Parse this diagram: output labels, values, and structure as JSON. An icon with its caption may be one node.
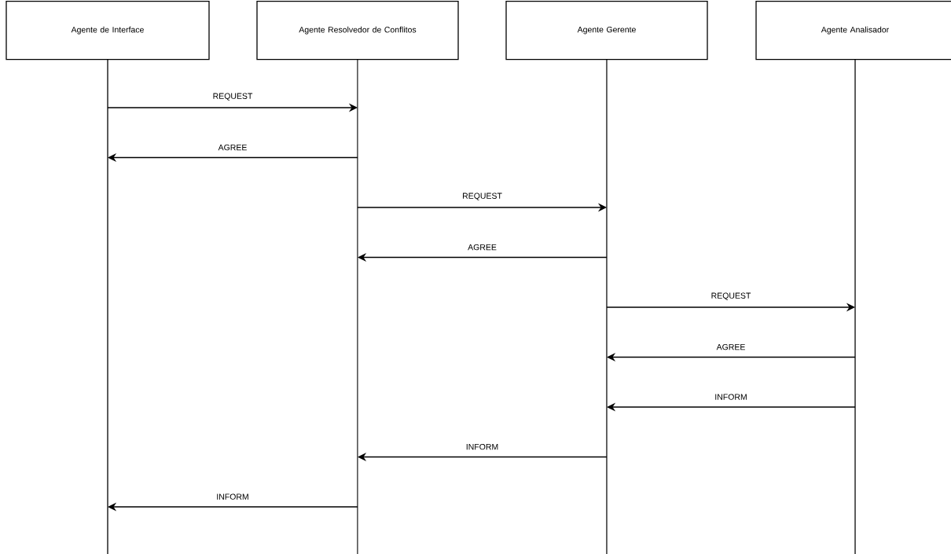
{
  "diagram": {
    "nodes": [
      {
        "text": [
          "Agente de Interface"
        ]
      },
      {
        "text": [
          "Agente Resolvedor de Conflitos"
        ]
      },
      {
        "text": [
          "Agente Gerente"
        ]
      },
      {
        "text": [
          "Agente Analisador"
        ]
      }
    ],
    "edges": [
      {
        "from": 0,
        "to": 1,
        "arrow": "to",
        "label": "REQUEST"
      },
      {
        "from": 1,
        "to": 0,
        "arrow": "to",
        "label": "AGREE"
      },
      {
        "from": 1,
        "to": 2,
        "arrow": "to",
        "label": "REQUEST"
      },
      {
        "from": 2,
        "to": 1,
        "arrow": "to",
        "label": "AGREE"
      },
      {
        "from": 2,
        "to": 3,
        "arrow": "to",
        "label": "REQUEST"
      },
      {
        "from": 3,
        "to": 2,
        "arrow": "to",
        "label": "AGREE"
      },
      {
        "from": 3,
        "to": 2,
        "arrow": "to",
        "label": "INFORM"
      },
      {
        "from": 2,
        "to": 1,
        "arrow": "to",
        "label": "INFORM"
      },
      {
        "from": 1,
        "to": 0,
        "arrow": "to",
        "label": "INFORM"
      }
    ]
  }
}
